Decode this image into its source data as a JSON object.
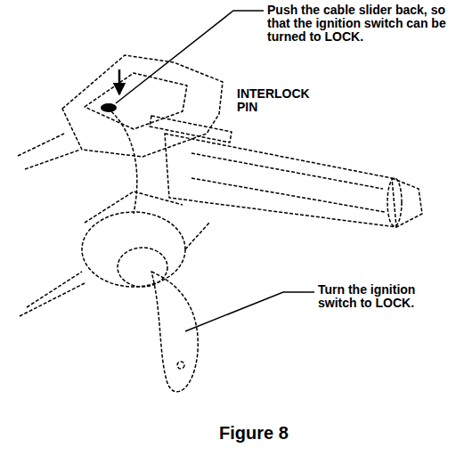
{
  "diagram": {
    "caption": "Figure 8",
    "labels": [
      "Push the cable slider back, so that the ignition switch can be turned to LOCK.",
      "INTERLOCK PIN",
      "Turn the ignition switch to LOCK."
    ]
  }
}
